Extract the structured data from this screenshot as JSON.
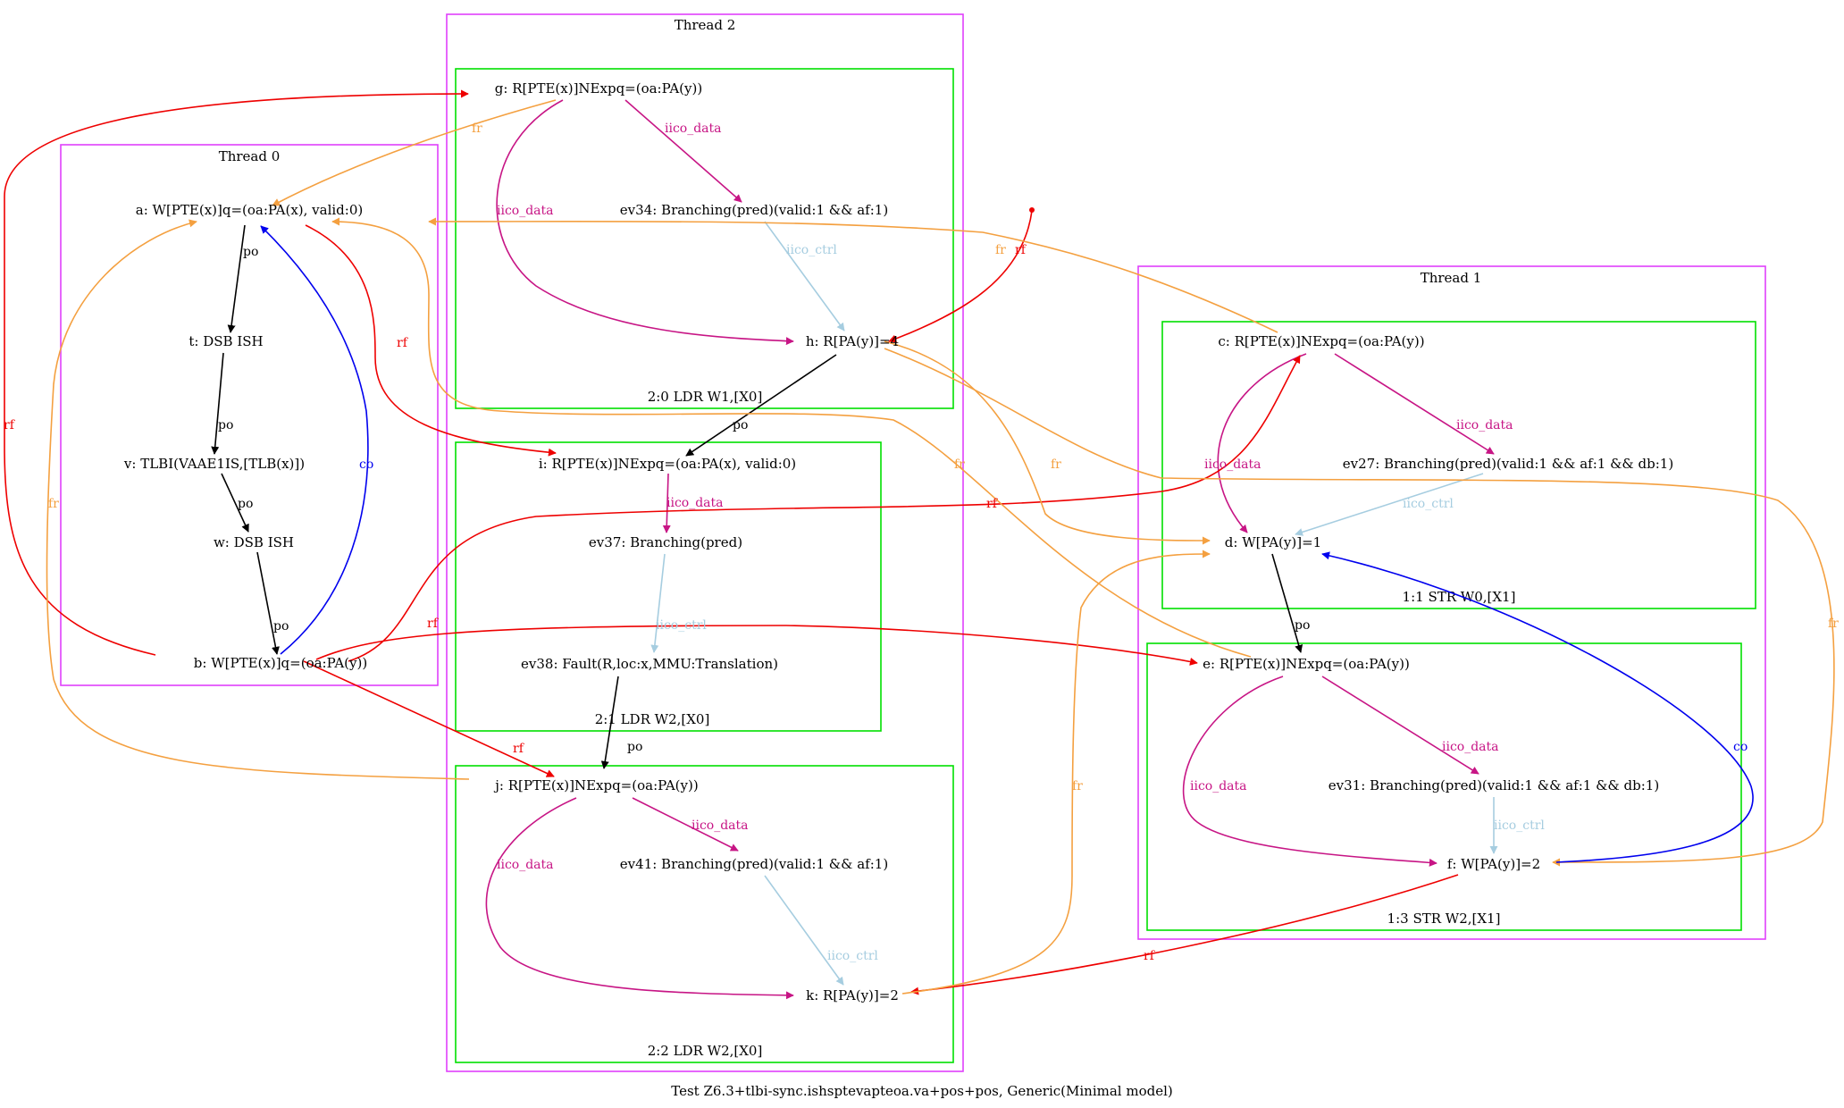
{
  "caption": "Test Z6.3+tlbi-sync.ishsptevapteoa.va+pos+pos, Generic(Minimal model)",
  "colors": {
    "thread_border": "#e040fb",
    "instr_border": "#00e000",
    "po": "#000000",
    "rf": "#ee0000",
    "fr": "#f4a040",
    "co": "#0000ee",
    "iico_data": "#c71585",
    "iico_ctrl": "#a6cde0"
  },
  "threads": {
    "t0": "Thread 0",
    "t1": "Thread 1",
    "t2": "Thread 2"
  },
  "instructions": {
    "i10": "1:1 STR W0,[X1]",
    "i13": "1:3 STR W2,[X1]",
    "i20": "2:0 LDR W1,[X0]",
    "i21": "2:1 LDR W2,[X0]",
    "i22": "2:2 LDR W2,[X0]"
  },
  "nodes": {
    "a": "a: W[PTE(x)]q=(oa:PA(x), valid:0)",
    "t": "t: DSB ISH",
    "v": "v: TLBI(VAAE1IS,[TLB(x)])",
    "w": "w: DSB ISH",
    "b": "b: W[PTE(x)]q=(oa:PA(y))",
    "g": "g: R[PTE(x)]NExpq=(oa:PA(y))",
    "ev34": "ev34: Branching(pred)(valid:1 && af:1)",
    "h": "h: R[PA(y)]=4",
    "i": "i: R[PTE(x)]NExpq=(oa:PA(x), valid:0)",
    "ev37": "ev37: Branching(pred)",
    "ev38": "ev38: Fault(R,loc:x,MMU:Translation)",
    "j": "j: R[PTE(x)]NExpq=(oa:PA(y))",
    "ev41": "ev41: Branching(pred)(valid:1 && af:1)",
    "k": "k: R[PA(y)]=2",
    "c": "c: R[PTE(x)]NExpq=(oa:PA(y))",
    "ev27": "ev27: Branching(pred)(valid:1 && af:1 && db:1)",
    "d": "d: W[PA(y)]=1",
    "e": "e: R[PTE(x)]NExpq=(oa:PA(y))",
    "ev31": "ev31: Branching(pred)(valid:1 && af:1 && db:1)",
    "f": "f: W[PA(y)]=2"
  },
  "edge_labels": {
    "po": "po",
    "rf": "rf",
    "fr": "fr",
    "co": "co",
    "iico_data": "iico_data",
    "iico_ctrl": "iico_ctrl"
  }
}
